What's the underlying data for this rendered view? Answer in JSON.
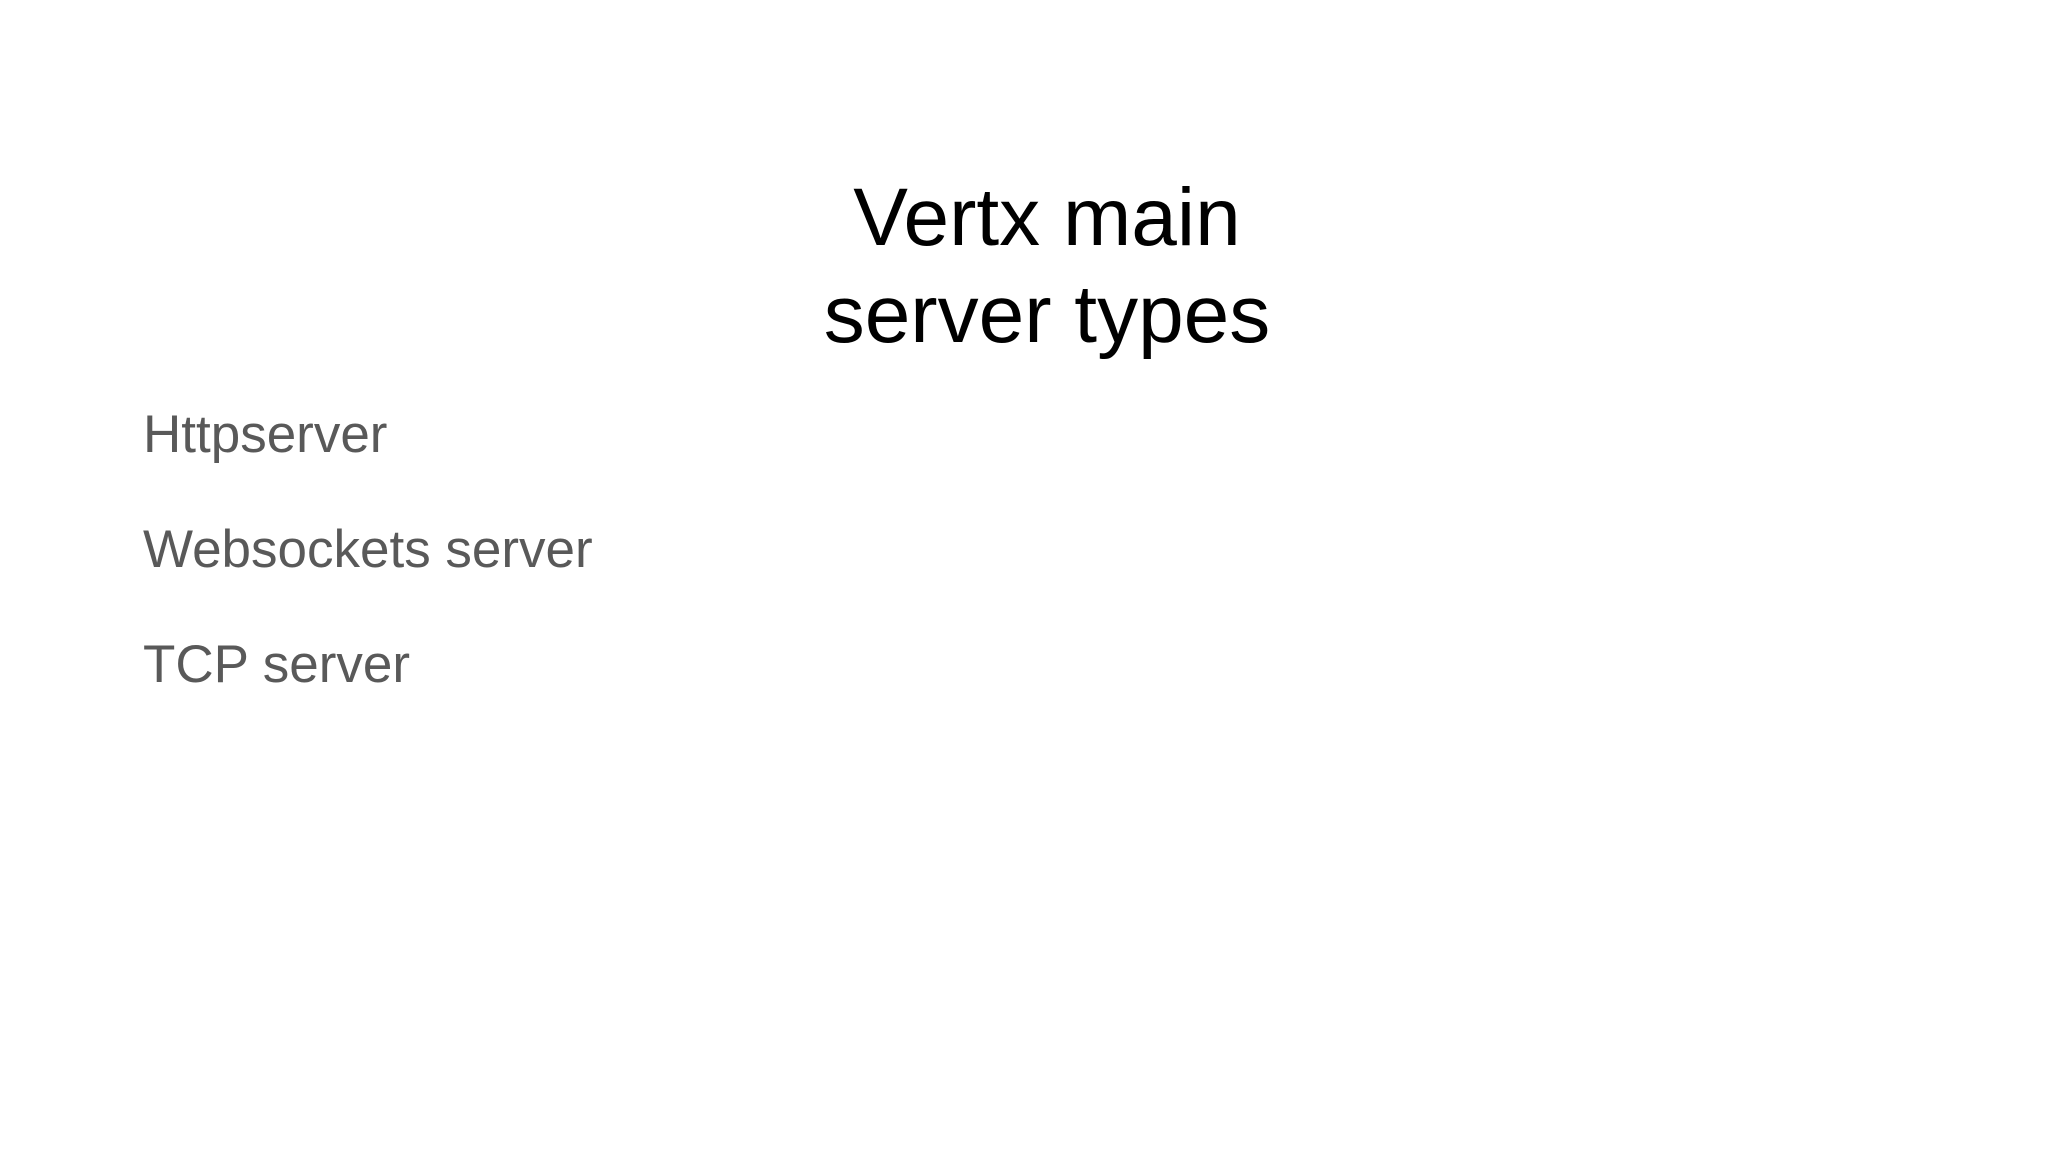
{
  "slide": {
    "title": {
      "line1": "Vertx main",
      "line2": "server types"
    },
    "items": [
      "Httpserver",
      "Websockets server",
      "TCP server"
    ],
    "colors": {
      "background": "#ffffff",
      "title_text": "#000000",
      "body_text": "#595959"
    }
  }
}
